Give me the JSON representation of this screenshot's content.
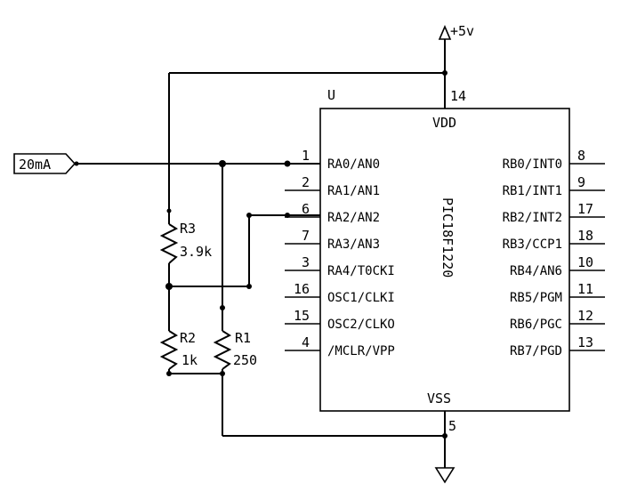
{
  "supply": {
    "label": "+5v"
  },
  "ground": {
    "icon": "ground-icon"
  },
  "input_port": {
    "label": "20mA"
  },
  "ic": {
    "ref": "U",
    "part": "PIC18F1220",
    "vdd_label": "VDD",
    "vdd_pin": "14",
    "vss_label": "VSS",
    "vss_pin": "5",
    "left_pins": [
      {
        "num": "1",
        "label": "RA0/AN0"
      },
      {
        "num": "2",
        "label": "RA1/AN1"
      },
      {
        "num": "6",
        "label": "RA2/AN2"
      },
      {
        "num": "7",
        "label": "RA3/AN3"
      },
      {
        "num": "3",
        "label": "RA4/T0CKI"
      },
      {
        "num": "16",
        "label": "OSC1/CLKI"
      },
      {
        "num": "15",
        "label": "OSC2/CLKO"
      },
      {
        "num": "4",
        "label": "/MCLR/VPP"
      }
    ],
    "right_pins": [
      {
        "num": "8",
        "label": "RB0/INT0"
      },
      {
        "num": "9",
        "label": "RB1/INT1"
      },
      {
        "num": "17",
        "label": "RB2/INT2"
      },
      {
        "num": "18",
        "label": "RB3/CCP1"
      },
      {
        "num": "10",
        "label": "RB4/AN6"
      },
      {
        "num": "11",
        "label": "RB5/PGM"
      },
      {
        "num": "12",
        "label": "RB6/PGC"
      },
      {
        "num": "13",
        "label": "RB7/PGD"
      }
    ]
  },
  "resistors": {
    "r1": {
      "ref": "R1",
      "value": "250"
    },
    "r2": {
      "ref": "R2",
      "value": "1k"
    },
    "r3": {
      "ref": "R3",
      "value": "3.9k"
    }
  }
}
